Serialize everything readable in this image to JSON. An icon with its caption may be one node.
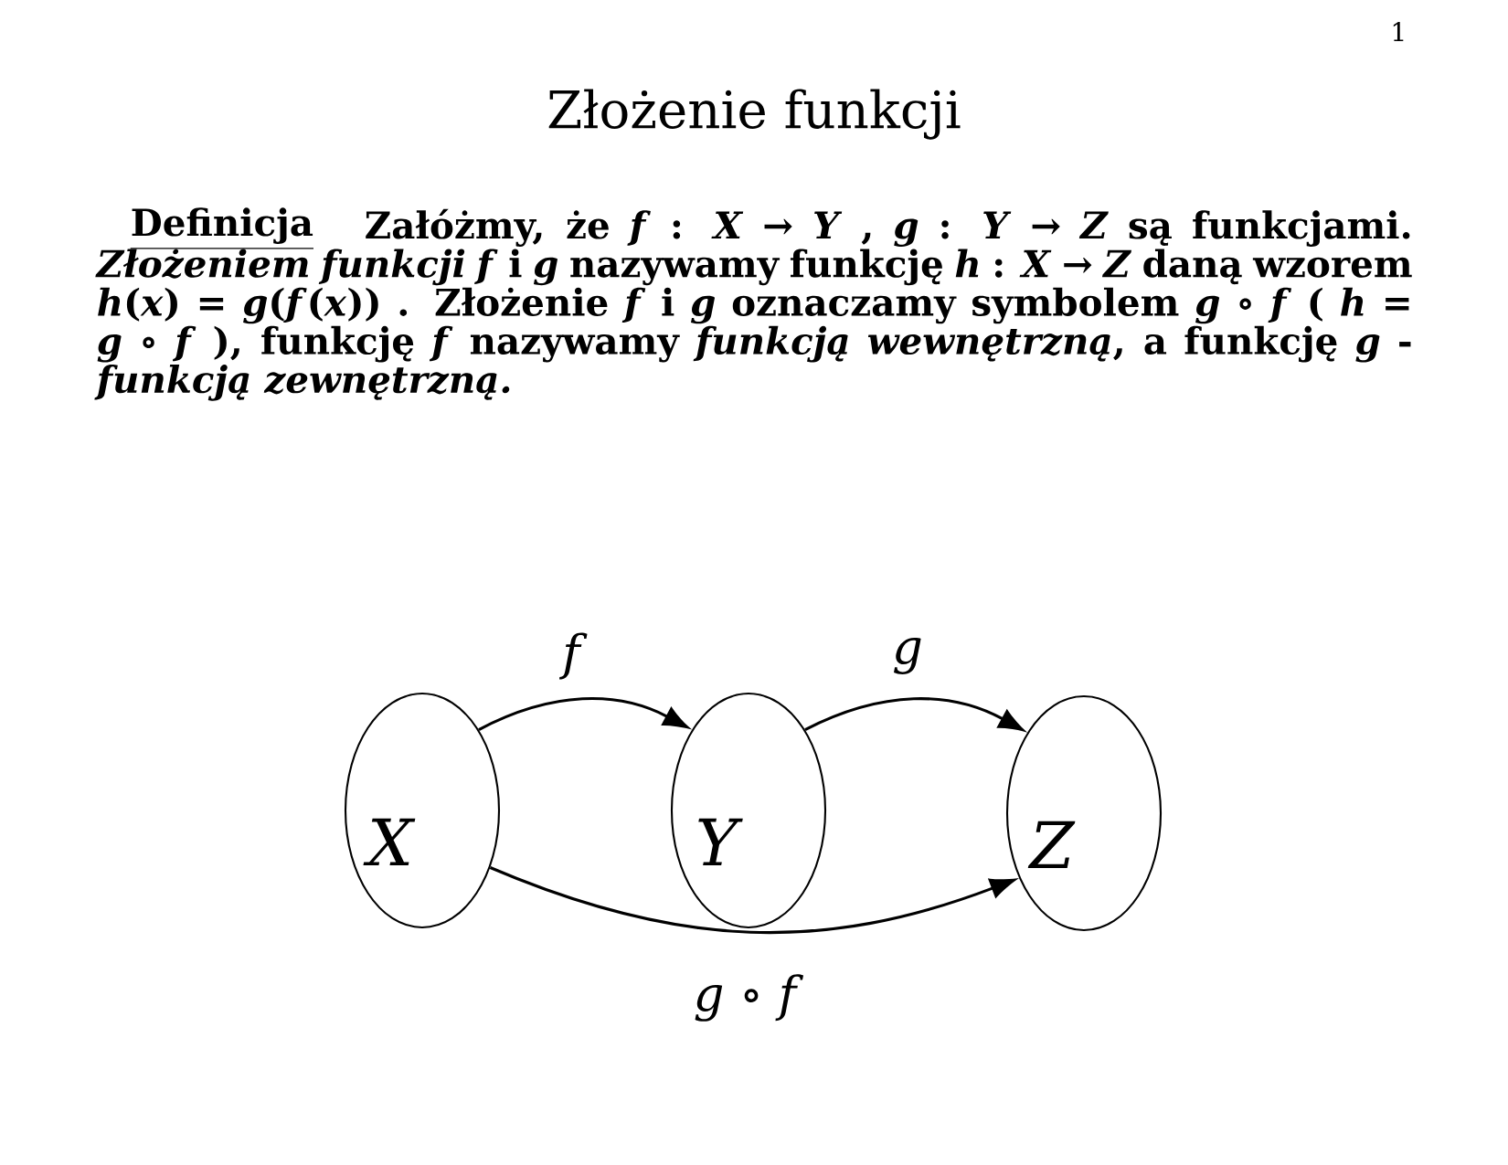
{
  "diagram": {
    "title": "Złożenie funkcji",
    "nodes": [
      {
        "text": [
          "X"
        ]
      },
      {
        "text": [
          "Y"
        ]
      },
      {
        "text": [
          "Z"
        ]
      }
    ],
    "edges": [
      {
        "from": 0,
        "to": 1,
        "arrow": "to",
        "label": "f"
      },
      {
        "from": 1,
        "to": 2,
        "arrow": "to",
        "label": "g"
      },
      {
        "from": 0,
        "to": 2,
        "arrow": "to",
        "label": "g ∘ f"
      }
    ],
    "labels": [
      "1",
      "Definicja",
      "Załóżmy, że *f* : *X* → *Y* , *g* : *Y* → *Z* są funkcjami. *Złożeniem funkcji* *f* i *g* nazywamy funkcję *h* : *X* → *Z* daną wzorem *h*(*x*) = *g*(*f*(*x*)) . Złożenie *f* i *g* oznaczamy symbolem *g* ∘ *f* ( *h* = *g* ∘ *f* ), funkcję *f* nazywamy *funkcją wewnętrzną*, a funkcję *g* - *funkcją zewnętrzną.*"
    ]
  }
}
